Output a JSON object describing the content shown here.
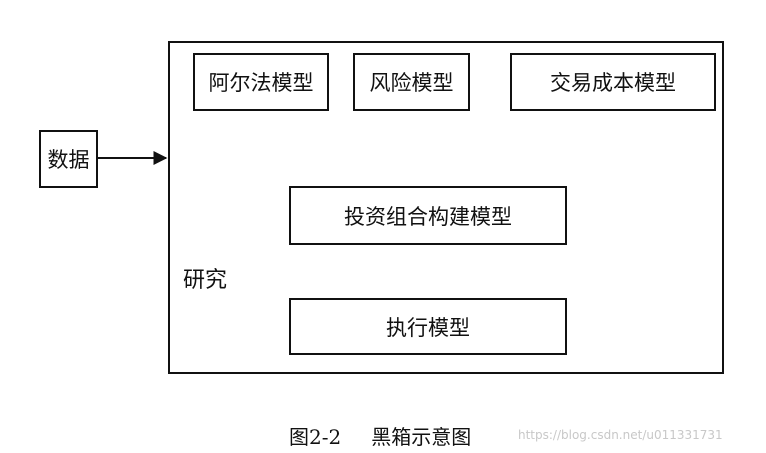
{
  "diagram": {
    "input_label": "数据",
    "research_label": "研究",
    "models": {
      "alpha": "阿尔法模型",
      "risk": "风险模型",
      "transaction_cost": "交易成本模型",
      "portfolio": "投资组合构建模型",
      "execution": "执行模型"
    }
  },
  "caption": {
    "figure_number": "图2-2",
    "title": "黑箱示意图"
  },
  "watermark": "https://blog.csdn.net/u011331731"
}
